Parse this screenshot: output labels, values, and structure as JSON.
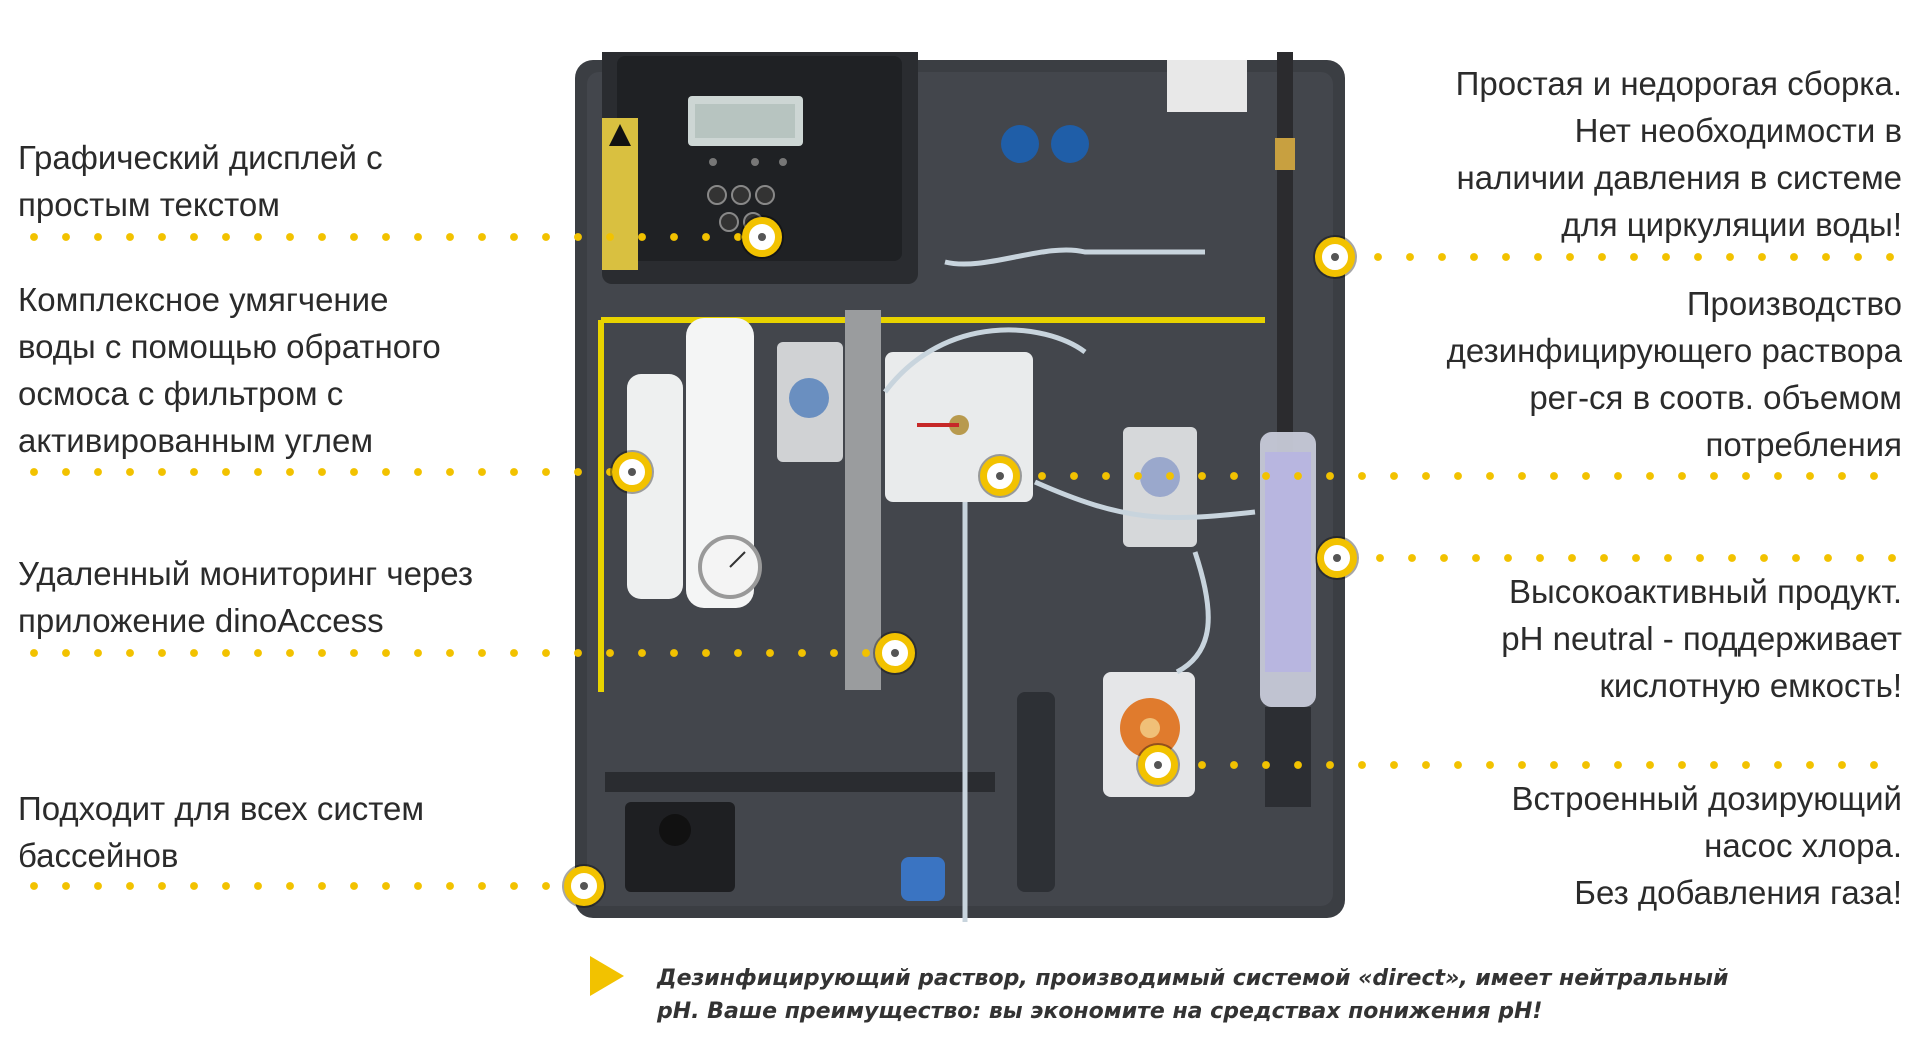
{
  "left_features": [
    {
      "lines": [
        "Графический дисплей с",
        "простым текстом"
      ]
    },
    {
      "lines": [
        "Комплексное умягчение",
        "воды с помощью обратного",
        "осмоса с фильтром с",
        "активированным углем"
      ]
    },
    {
      "lines": [
        "Удаленный мониторинг через",
        "приложение dinoAccess"
      ]
    },
    {
      "lines": [
        "Подходит для всех систем",
        "бассейнов"
      ]
    }
  ],
  "right_features": [
    {
      "lines": [
        "Простая и недорогая сборка.",
        "Нет необходимости в",
        "наличии давления в системе",
        "для циркуляции воды!"
      ]
    },
    {
      "lines": [
        "Производство",
        "дезинфицирующего раствора",
        "рег-ся в соотв. объемом",
        "потребления"
      ]
    },
    {
      "lines": [
        "Высокоактивный продукт.",
        "pH neutral - поддерживает",
        "кислотную емкость!"
      ]
    },
    {
      "lines": [
        "Встроенный дозирующий",
        "насос хлора.",
        "Без добавления газа!"
      ]
    }
  ],
  "footnote": {
    "lines": [
      "Дезинфицирующий раствор, производимый системой «direct», имеет нейтральный",
      "pH. Ваше преимущество: вы экономите на средствах понижения pH!"
    ]
  },
  "colors": {
    "accent": "#f2c200",
    "panel": "#3a3d42",
    "text": "#2b2b2b"
  },
  "icons": {
    "footnote_bullet": "play-triangle-icon",
    "callout_marker": "callout-marker-icon"
  }
}
